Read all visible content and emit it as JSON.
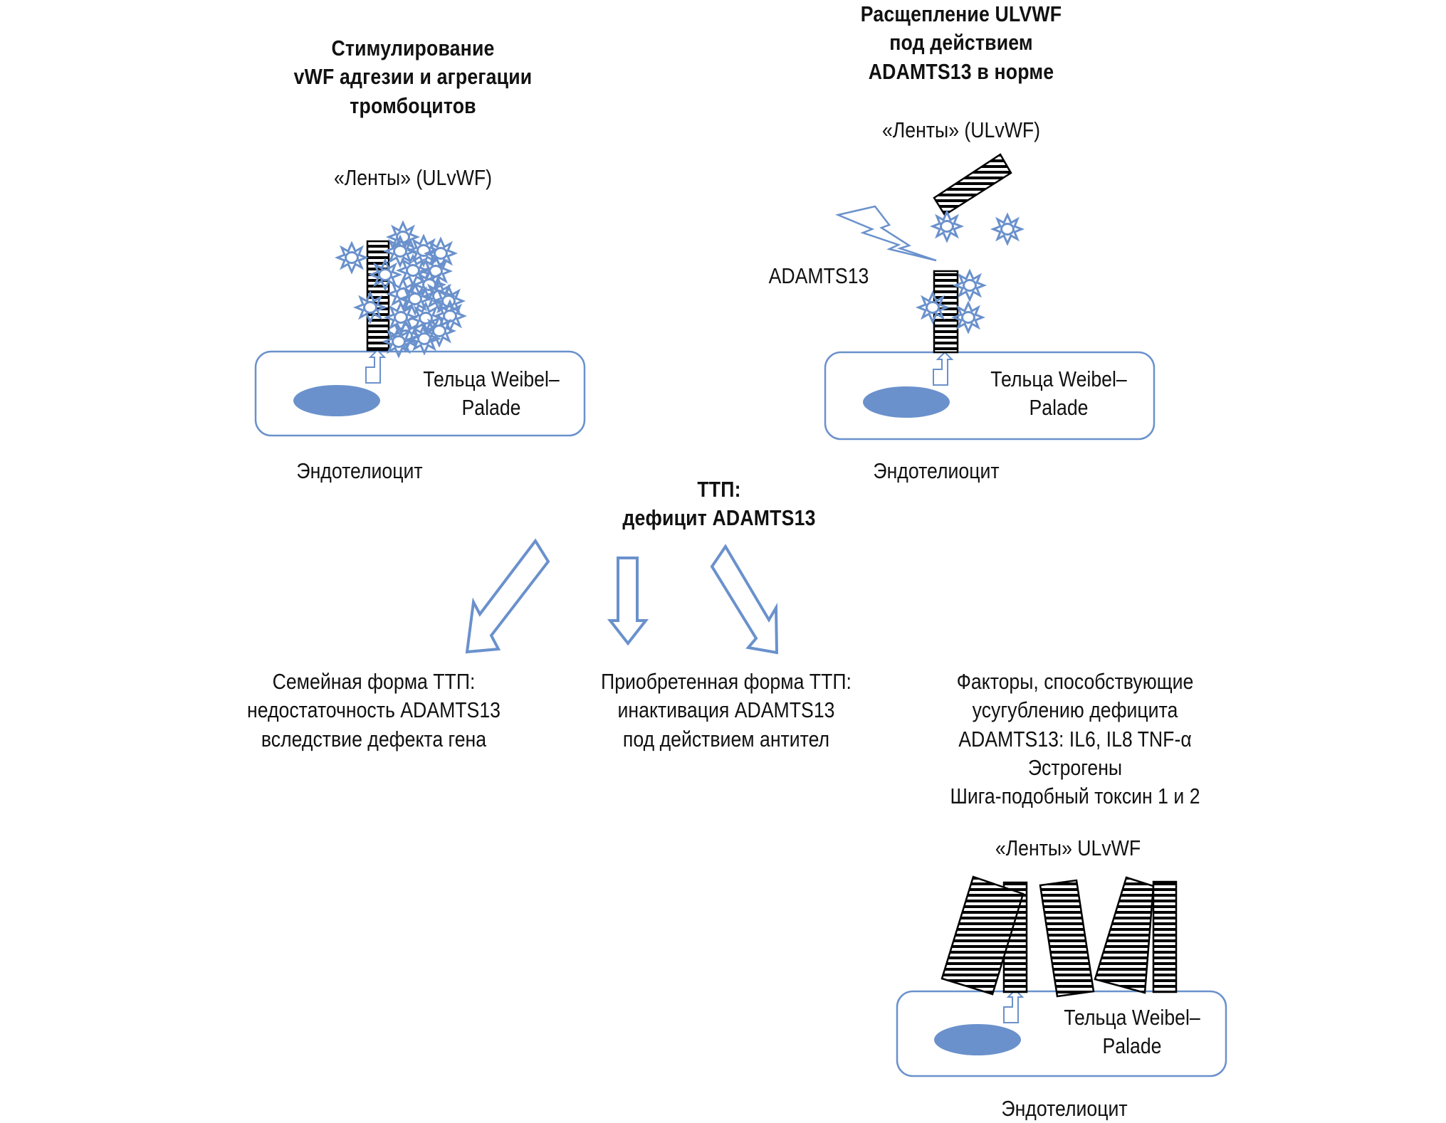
{
  "colors": {
    "accent_blue": "#6a91cc",
    "nucleus_fill": "#6a91cc",
    "ribbon_stroke": "#000000",
    "text": "#111111",
    "background": "#ffffff"
  },
  "panel_left": {
    "title": "Стимулирование\nvWF адгезии и агрегации\nтромбоцитов",
    "ribbons_label": "«Ленты» (ULvWF)",
    "cell_body_label": "Тельца Weibel–\nPalade",
    "cell_label": "Эндотелиоцит",
    "icons": [
      "vwf-ribbon-icon",
      "platelet-icon",
      "nucleus-icon",
      "exocytosis-arrow-icon"
    ]
  },
  "panel_right": {
    "title": "Расщепление ULVWF\nпод действием\nADAMTS13 в норме",
    "ribbons_label": "«Ленты» (ULvWF)",
    "enzyme_label": "ADAMTS13",
    "cell_body_label": "Тельца Weibel–\nPalade",
    "cell_label": "Эндотелиоцит",
    "icons": [
      "lightning-icon",
      "cleaved-ribbon-icon",
      "platelet-icon",
      "nucleus-icon"
    ]
  },
  "center": {
    "title": "ТТП:\nдефицит ADAMTS13"
  },
  "branches": [
    {
      "text": "Семейная форма ТТП:\nнедостаточность ADAMTS13\nвследствие дефекта гена",
      "arrow": "arrow-down-left-icon"
    },
    {
      "text": "Приобретенная форма ТТП:\nинактивация ADAMTS13\nпод действием антител",
      "arrow": "arrow-down-icon"
    },
    {
      "text": "Факторы, способствующие\nусугублению дефицита\nADAMTS13: IL6, IL8 TNF-α\nЭстрогены\nШига-подобный токсин 1 и 2",
      "arrow": "arrow-down-right-icon"
    }
  ],
  "panel_bottom": {
    "ribbons_label": "«Ленты» ULvWF",
    "cell_body_label": "Тельца Weibel–\nPalade",
    "cell_label": "Эндотелиоцит"
  }
}
